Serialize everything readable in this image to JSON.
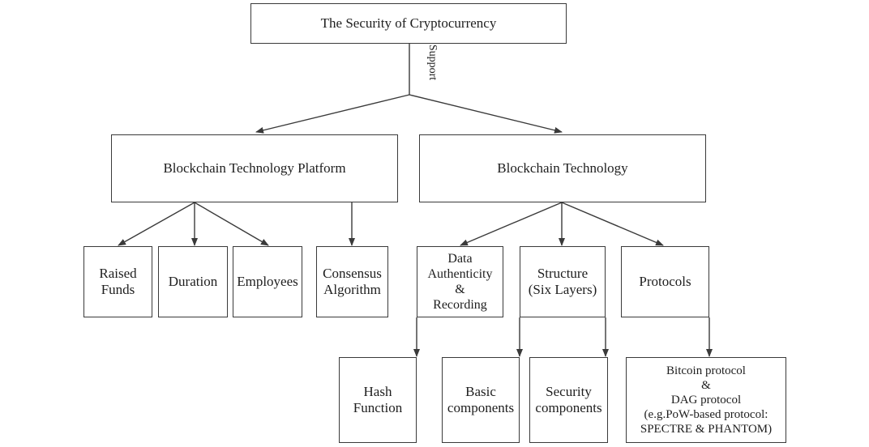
{
  "root": {
    "label": "The Security of Cryptocurrency"
  },
  "support_label": "Support",
  "platform": {
    "label": "Blockchain Technology Platform",
    "children": {
      "raised_funds": [
        "Raised",
        "Funds"
      ],
      "duration": [
        "Duration"
      ],
      "employees": [
        "Employees"
      ],
      "consensus": [
        "Consensus",
        "Algorithm"
      ]
    }
  },
  "technology": {
    "label": "Blockchain Technology",
    "children": {
      "data_authenticity": [
        "Data",
        "Authenticity",
        "&",
        "Recording"
      ],
      "structure": [
        "Structure",
        "(Six Layers)"
      ],
      "protocols": [
        "Protocols"
      ]
    }
  },
  "leaves": {
    "hash_function": [
      "Hash",
      "Function"
    ],
    "basic_components": [
      "Basic",
      "components"
    ],
    "security_components": [
      "Security",
      "components"
    ],
    "protocol_detail": [
      "Bitcoin protocol",
      "&",
      "DAG protocol",
      "(e.g.PoW-based protocol:",
      "SPECTRE & PHANTOM)"
    ]
  },
  "colors": {
    "line": "#3a3a3a",
    "text": "#1e1e1e",
    "background": "#ffffff"
  }
}
